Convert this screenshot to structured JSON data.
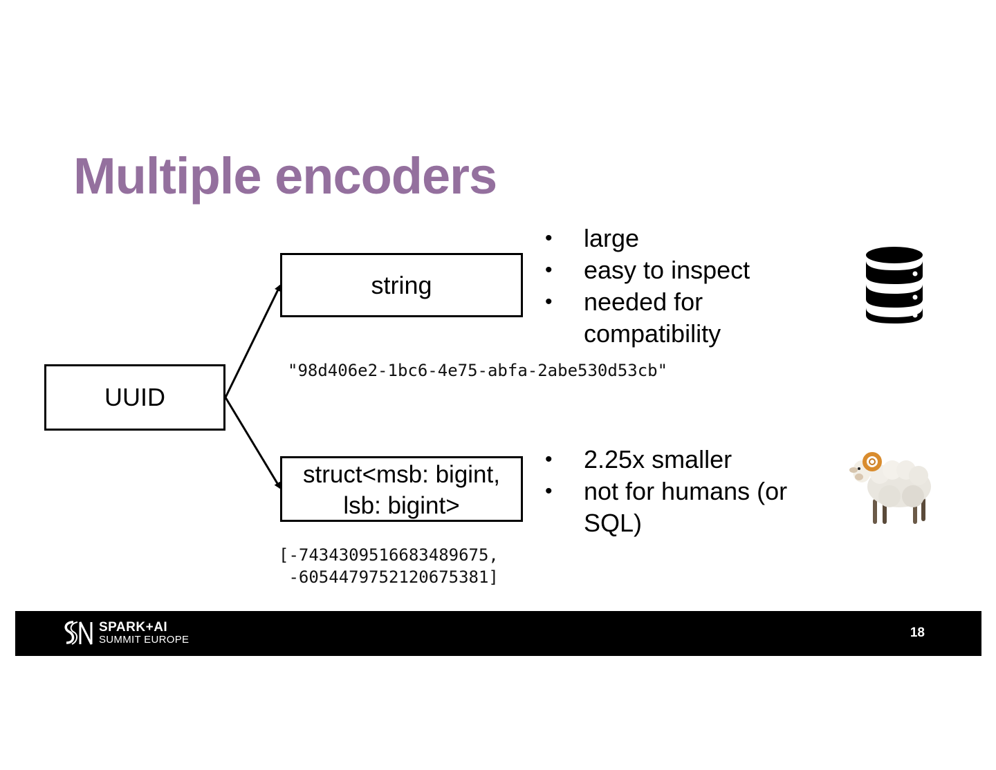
{
  "slide": {
    "title": "Multiple encoders",
    "page_number": "18"
  },
  "diagram": {
    "source_label": "UUID",
    "encoders": [
      {
        "label": "string",
        "example": "\"98d406e2-1bc6-4e75-abfa-2abe530d53cb\"",
        "bullets": [
          "large",
          "easy to inspect",
          "needed for compatibility"
        ],
        "icon": "database-icon"
      },
      {
        "label_line1": "struct<msb: bigint,",
        "label_line2": "lsb: bigint>",
        "example_line1": "[-7434309516683489675,",
        "example_line2": " -6054479752120675381]",
        "bullets": [
          "2.25x smaller",
          "not for humans (or SQL)"
        ],
        "icon": "ram-sheep-icon"
      }
    ]
  },
  "footer": {
    "brand_line1": "SPARK+AI",
    "brand_line2": "SUMMIT EUROPE"
  },
  "colors": {
    "title": "#94709e",
    "footer_bg": "#000000"
  }
}
